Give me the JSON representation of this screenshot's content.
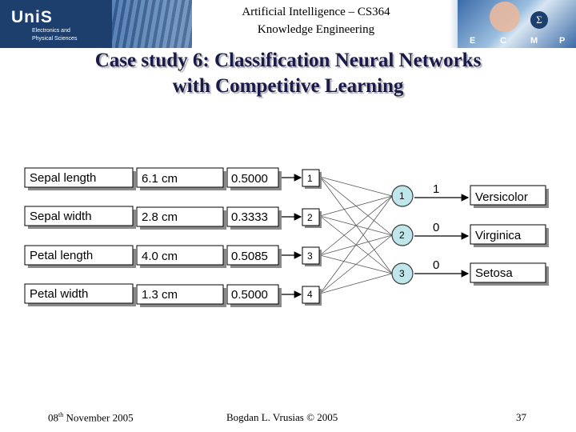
{
  "header": {
    "logo_name": "UniS",
    "logo_sub_1": "Electronics and",
    "logo_sub_2": "Physical Sciences",
    "title_line1": "Artificial Intelligence – CS364",
    "title_line2": "Knowledge Engineering",
    "badge_letters": [
      "E",
      "C",
      "M",
      "P"
    ]
  },
  "slide": {
    "title_line1": "Case study 6: Classification Neural Networks",
    "title_line2": "with Competitive Learning"
  },
  "diagram": {
    "inputs": [
      {
        "name": "Sepal length",
        "value": "6.1 cm",
        "normalized": "0.5000",
        "node": "1"
      },
      {
        "name": "Sepal width",
        "value": "2.8 cm",
        "normalized": "0.3333",
        "node": "2"
      },
      {
        "name": "Petal length",
        "value": "4.0 cm",
        "normalized": "0.5085",
        "node": "3"
      },
      {
        "name": "Petal width",
        "value": "1.3 cm",
        "normalized": "0.5000",
        "node": "4"
      }
    ],
    "outputs": [
      {
        "node": "1",
        "value": "1",
        "class": "Versicolor"
      },
      {
        "node": "2",
        "value": "0",
        "class": "Virginica"
      },
      {
        "node": "3",
        "value": "0",
        "class": "Setosa"
      }
    ],
    "colors": {
      "output_neuron_fill": "#bfe6ea",
      "header_blue": "#1d3f6e"
    }
  },
  "footer": {
    "date_prefix": "08",
    "date_sup": "th",
    "date_rest": " November 2005",
    "author": "Bogdan L. Vrusias © 2005",
    "page": "37"
  }
}
